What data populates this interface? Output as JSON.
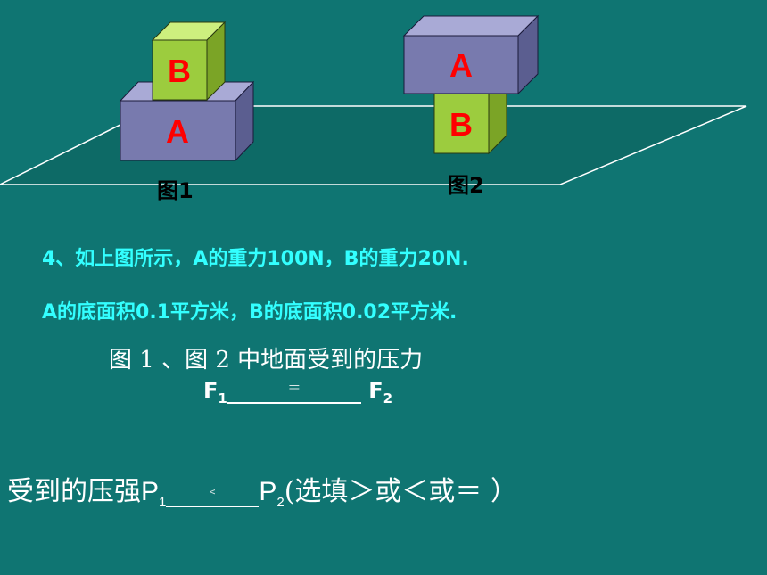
{
  "figures": {
    "fig1": {
      "label": "图1",
      "top_block": "B",
      "bottom_block": "A"
    },
    "fig2": {
      "label": "图2",
      "top_block": "A",
      "bottom_block": "B"
    }
  },
  "colors": {
    "background": "#0f7572",
    "block_a_front": "#787aae",
    "block_b_front": "#9ccc3e",
    "letter": "#ff0000",
    "question_text": "#33ffff"
  },
  "question": {
    "line1": "4、如上图所示，A的重力100N，B的重力20N.",
    "line2": "A的底面积0.1平方米，B的底面积0.02平方米.",
    "line3": "图 1 、图 2 中地面受到的压力",
    "force": {
      "left": "F",
      "left_sub": "1",
      "blank_answer": "＝",
      "right": "F",
      "right_sub": "2"
    },
    "pressure": {
      "prefix": "受到的压强",
      "left": "P",
      "left_sub": "1",
      "blank_answer": "﹤",
      "right": "P",
      "right_sub": "2",
      "suffix": "(选填＞或＜或＝ ）"
    }
  }
}
